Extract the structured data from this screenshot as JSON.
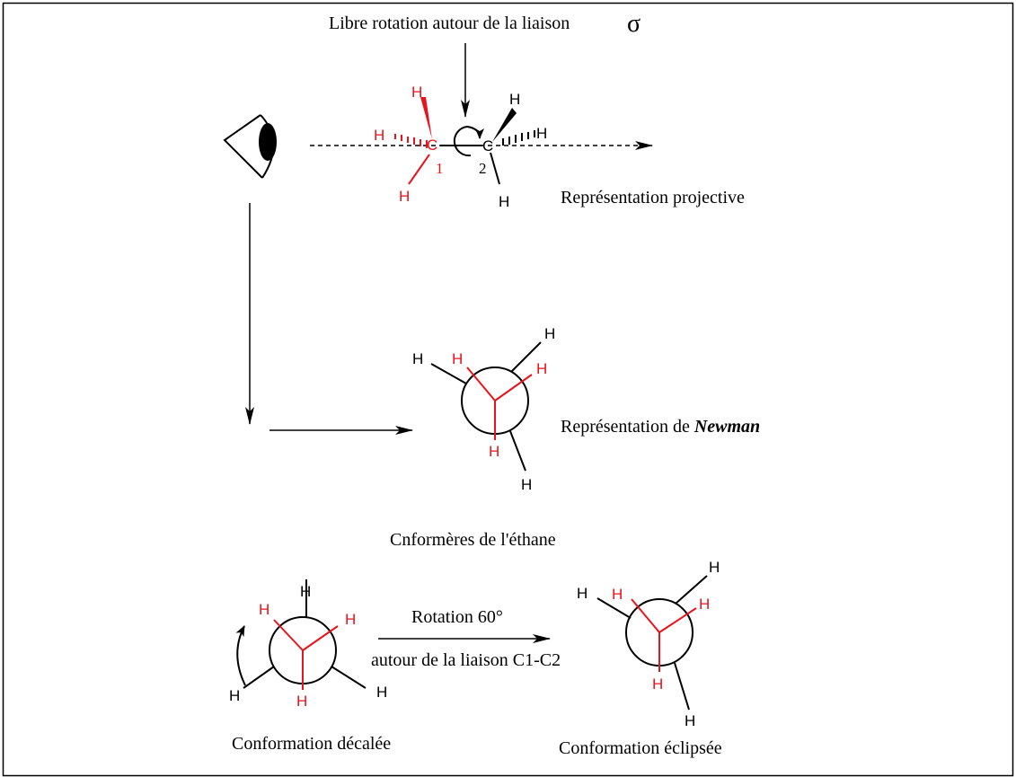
{
  "colors": {
    "black": "#000000",
    "red": "#e8141b",
    "border": "#000000"
  },
  "header": {
    "title": "Libre rotation autour de la liaison",
    "sigma": "σ"
  },
  "projective": {
    "label": "Représentation projective",
    "atom_c": "C",
    "h": "H",
    "num1": "1",
    "num2": "2"
  },
  "newman": {
    "label_prefix": "Représentation de ",
    "label_name": "Newman",
    "h": "H"
  },
  "conformers": {
    "title": "Cnformères de l'éthane",
    "rotation_label": "Rotation 60°",
    "bond_label": "autour de la liaison C1-C2",
    "staggered_label": "Conformation décalée",
    "eclipsed_label": "Conformation éclipsée"
  },
  "icons": {
    "eye": "eye-icon",
    "rotation": "rotation-arrow-icon"
  }
}
